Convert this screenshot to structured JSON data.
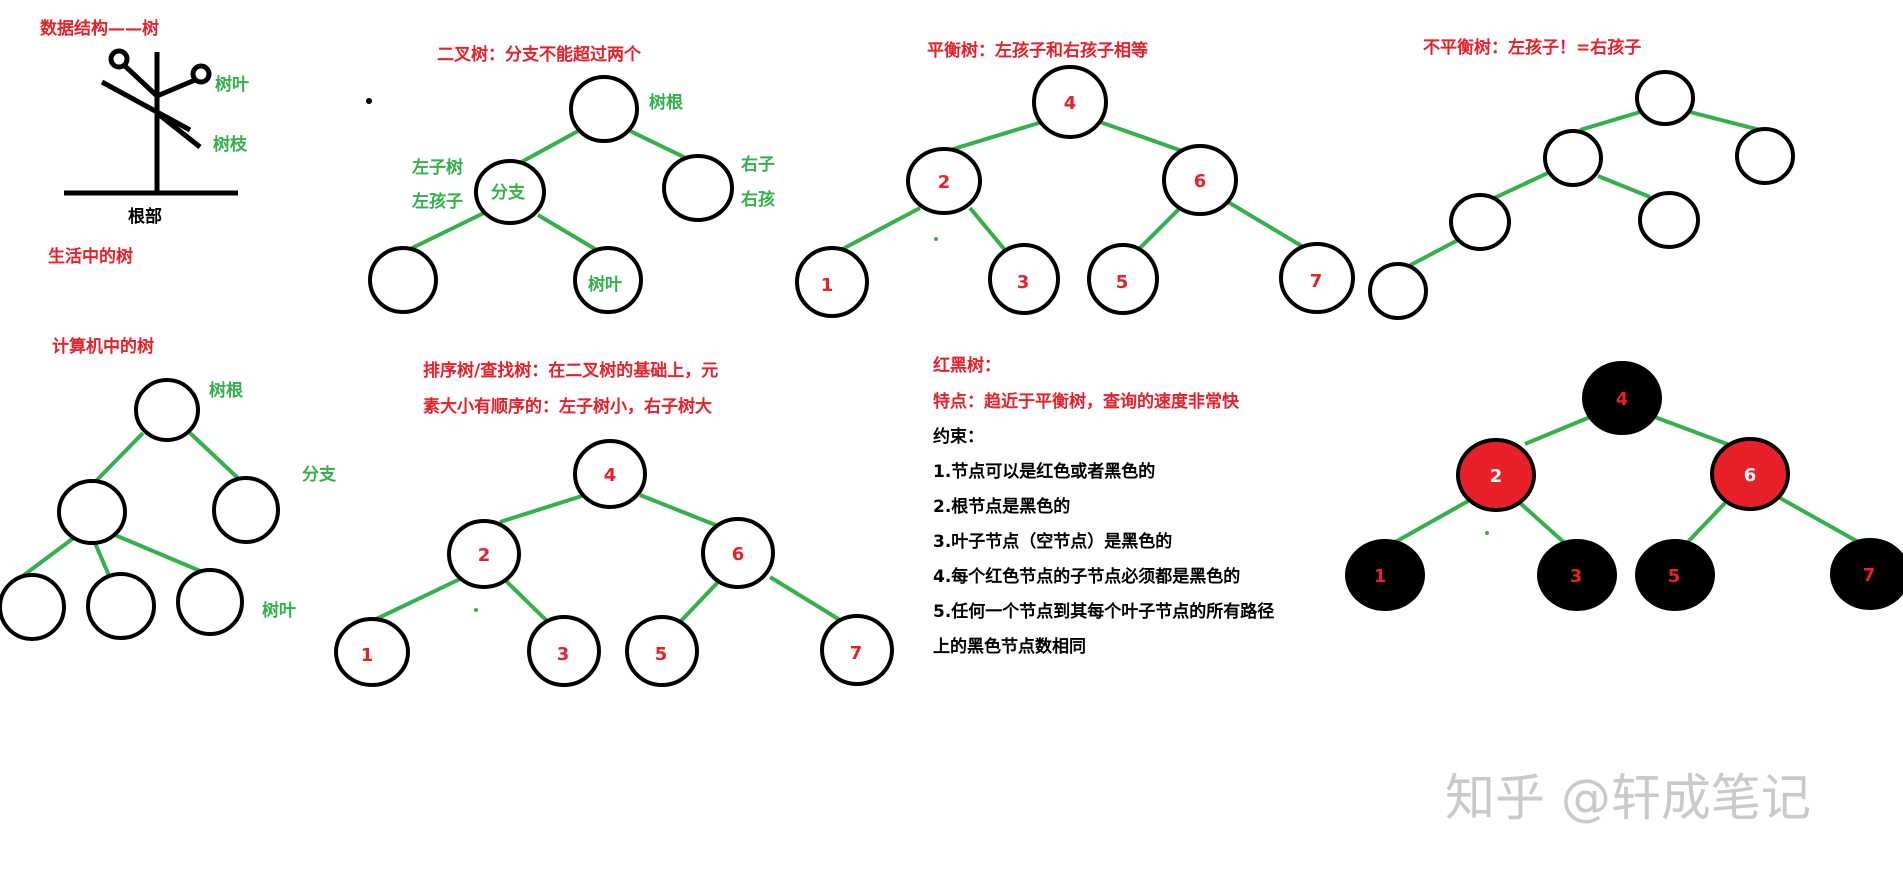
{
  "colors": {
    "red": "#e8202a",
    "green": "#33b14a",
    "black": "#000000",
    "rb_red": "#e8202a"
  },
  "life_tree": {
    "title": "数据结构——树",
    "leaf_label": "树叶",
    "branch_label": "树枝",
    "root_label": "根部",
    "caption": "生活中的树"
  },
  "computer_tree": {
    "title": "计算机中的树",
    "root_label": "树根",
    "branch_label": "分支",
    "leaf_label": "树叶"
  },
  "binary_tree": {
    "title": "二叉树：分支不能超过两个",
    "root_label": "树根",
    "left_subtree": "左子树",
    "left_child": "左孩子",
    "branch_label": "分支",
    "right_subtree": "右子",
    "right_child": "右孩",
    "leaf_label": "树叶"
  },
  "balanced_tree": {
    "title": "平衡树：左孩子和右孩子相等",
    "nodes": [
      "4",
      "2",
      "6",
      "1",
      "3",
      "5",
      "7"
    ]
  },
  "unbalanced_tree": {
    "title": "不平衡树：左孩子！=右孩子"
  },
  "sort_tree": {
    "title_line1": "排序树/查找树：在二叉树的基础上，元",
    "title_line2": "素大小有顺序的：左子树小，右子树大",
    "nodes": [
      "4",
      "2",
      "6",
      "1",
      "3",
      "5",
      "7"
    ]
  },
  "red_black": {
    "title": "红黑树：",
    "feature": "特点：趋近于平衡树，查询的速度非常快",
    "constraint_title": "约束：",
    "rules": [
      "1.节点可以是红色或者黑色的",
      "2.根节点是黑色的",
      "3.叶子节点（空节点）是黑色的",
      "4.每个红色节点的子节点必须都是黑色的",
      "5.任何一个节点到其每个叶子节点的所有路径",
      "上的黑色节点数相同"
    ],
    "nodes": [
      "4",
      "2",
      "6",
      "1",
      "3",
      "5",
      "7"
    ]
  },
  "watermark": "知乎 @轩成笔记"
}
